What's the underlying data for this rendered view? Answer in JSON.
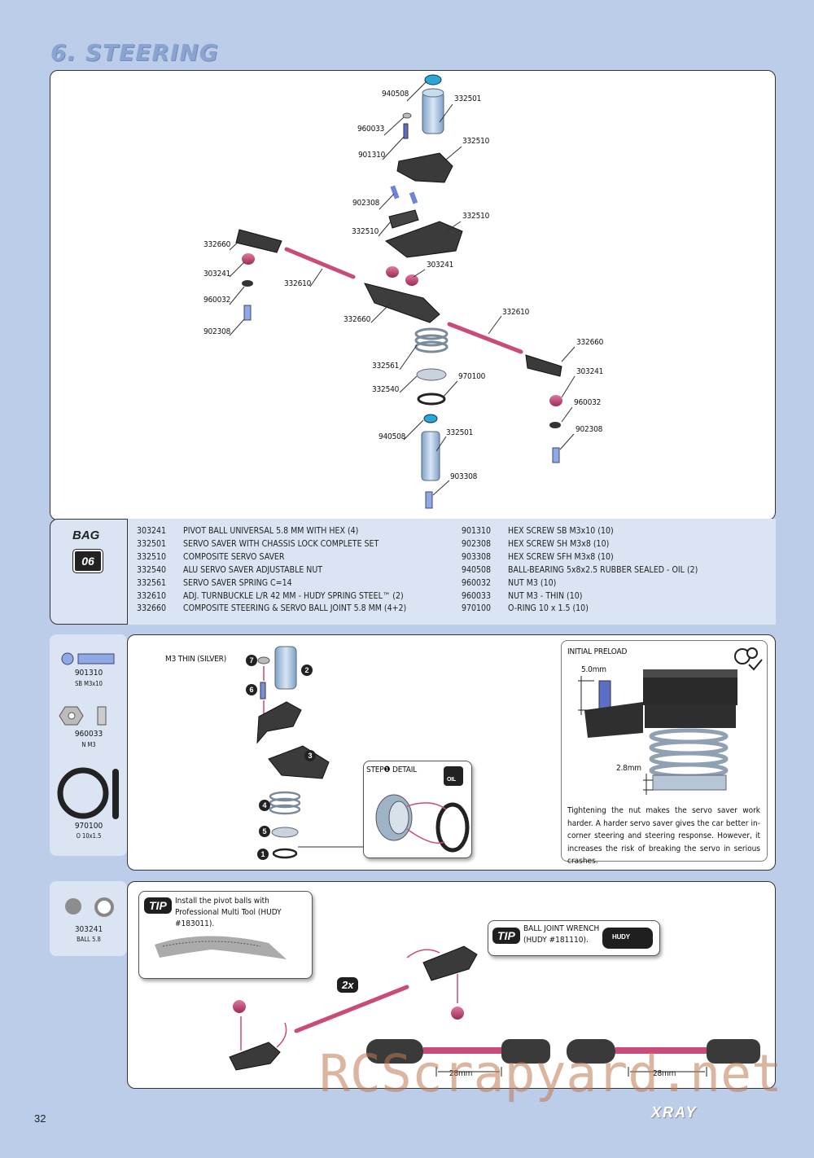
{
  "section_title": "6. STEERING",
  "explode_labels": [
    "940508",
    "332501",
    "960033",
    "332510",
    "901310",
    "902308",
    "332510",
    "332510",
    "332660",
    "303241",
    "960032",
    "902308",
    "332610",
    "303241",
    "332660",
    "332610",
    "332561",
    "332540",
    "970100",
    "332660",
    "303241",
    "960032",
    "902308",
    "940508",
    "332501",
    "903308"
  ],
  "bag": {
    "label": "BAG",
    "number": "06"
  },
  "parts_left": [
    {
      "code": "303241",
      "desc": "PIVOT BALL UNIVERSAL 5.8 MM WITH HEX (4)"
    },
    {
      "code": "332501",
      "desc": "SERVO SAVER WITH CHASSIS LOCK COMPLETE SET"
    },
    {
      "code": "332510",
      "desc": "COMPOSITE SERVO SAVER"
    },
    {
      "code": "332540",
      "desc": "ALU SERVO SAVER ADJUSTABLE NUT"
    },
    {
      "code": "332561",
      "desc": "SERVO SAVER SPRING C=14"
    },
    {
      "code": "332610",
      "desc": "ADJ. TURNBUCKLE L/R 42 MM - HUDY SPRING STEEL™ (2)"
    },
    {
      "code": "332660",
      "desc": "COMPOSITE STEERING & SERVO BALL JOINT 5.8 MM (4+2)"
    }
  ],
  "parts_right": [
    {
      "code": "901310",
      "desc": "HEX SCREW SB M3x10  (10)"
    },
    {
      "code": "902308",
      "desc": "HEX SCREW SH M3x8  (10)"
    },
    {
      "code": "903308",
      "desc": "HEX SCREW SFH M3x8  (10)"
    },
    {
      "code": "940508",
      "desc": "BALL-BEARING 5x8x2.5 RUBBER SEALED - OIL (2)"
    },
    {
      "code": "960032",
      "desc": "NUT M3  (10)"
    },
    {
      "code": "960033",
      "desc": "NUT M3 - THIN  (10)"
    },
    {
      "code": "970100",
      "desc": "O-RING 10 x 1.5  (10)"
    }
  ],
  "side_parts_1": [
    {
      "code": "901310",
      "sub": "SB M3x10"
    },
    {
      "code": "960033",
      "sub": "N M3"
    },
    {
      "code": "970100",
      "sub": "O 10x1.5"
    }
  ],
  "side_parts_2": [
    {
      "code": "303241",
      "sub": "BALL 5.8"
    }
  ],
  "assembly": {
    "m3_thin_label": "M3 THIN (SILVER)",
    "steps": [
      "7",
      "2",
      "6",
      "3",
      "4",
      "5",
      "1"
    ],
    "step_detail_label": "STEP❶ DETAIL",
    "oil_label": "OIL"
  },
  "preload": {
    "title": "INITIAL PRELOAD",
    "dim_top": "5.0mm",
    "dim_bottom": "2.8mm",
    "text": "Tightening the nut makes the servo saver work harder. A harder servo saver gives the car better in-corner steering and steering response. However, it increases the risk of breaking the servo in serious crashes."
  },
  "tip1": {
    "badge": "TIP",
    "text": "Install the pivot balls with Professional Multi Tool (HUDY #183011)."
  },
  "tip2": {
    "badge": "TIP",
    "text": "BALL JOINT WRENCH (HUDY #181110).",
    "tool_brand": "HUDY"
  },
  "turnbuckle": {
    "multiplier": "2x",
    "dim1": "28mm",
    "dim2": "28mm"
  },
  "page_number": "32",
  "brand": "XRAY",
  "watermark": "RCScrapyard.net",
  "colors": {
    "background": "#bccdea",
    "panel_tint": "#dbe4f3",
    "pink": "#c84b7a",
    "part_gray": "#3a3a3a",
    "metal_blue": "#8fa9d8"
  }
}
